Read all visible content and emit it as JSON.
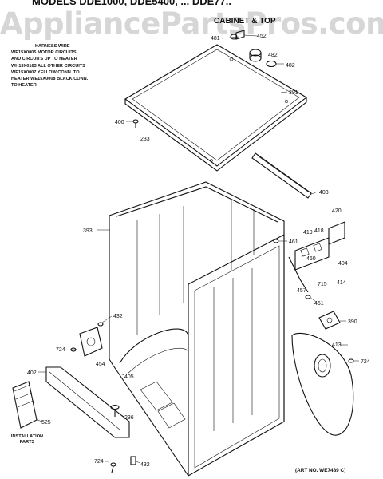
{
  "header": {
    "watermark": "AppliancePartsPros.com",
    "models_prefix": "MODELS DDE1000, DDE5400, ... DDE77..",
    "section_title": "CABINET & TOP"
  },
  "harness_note": {
    "title": "HARNESS WIRE",
    "lines": [
      "WE15X0005 MOTOR CIRCUITS",
      "AND CIRCUITS UP TO HEATER",
      "WH19X0163 ALL OTHER CIRCUITS",
      "WE15X0007 YELLOW CONN. TO",
      "HEATER WE15X0008 BLACK CONN.",
      "TO HEATER"
    ]
  },
  "installation_label": [
    "INSTALLATION",
    "PARTS"
  ],
  "art_number": "(ART NO. WE7489 C)",
  "part_labels": {
    "p481a": "481",
    "p452": "452",
    "p482": "482",
    "p391": "391",
    "p400": "400",
    "p233": "233",
    "p403": "403",
    "p393": "393",
    "p420": "420",
    "p461a": "461",
    "p419": "419",
    "p418": "418",
    "p460": "460",
    "p404": "404",
    "p715": "715",
    "p414": "414",
    "p457": "457",
    "p461b": "461",
    "p390": "390",
    "p413": "413",
    "p724a": "724",
    "p432a": "432",
    "p724b": "724",
    "p454": "454",
    "p405": "405",
    "p402": "402",
    "p525": "525",
    "p236": "236",
    "p724c": "724",
    "p432b": "432"
  }
}
